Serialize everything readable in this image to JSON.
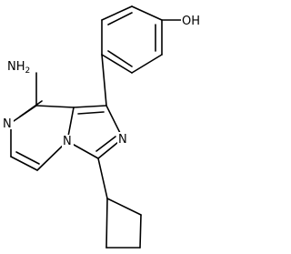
{
  "molecule": {
    "atoms": {
      "n_pyrazine": "N",
      "n_bridgehead": "N",
      "n_imidazole": "N",
      "amine": "NH2",
      "hydroxyl": "OH"
    }
  }
}
